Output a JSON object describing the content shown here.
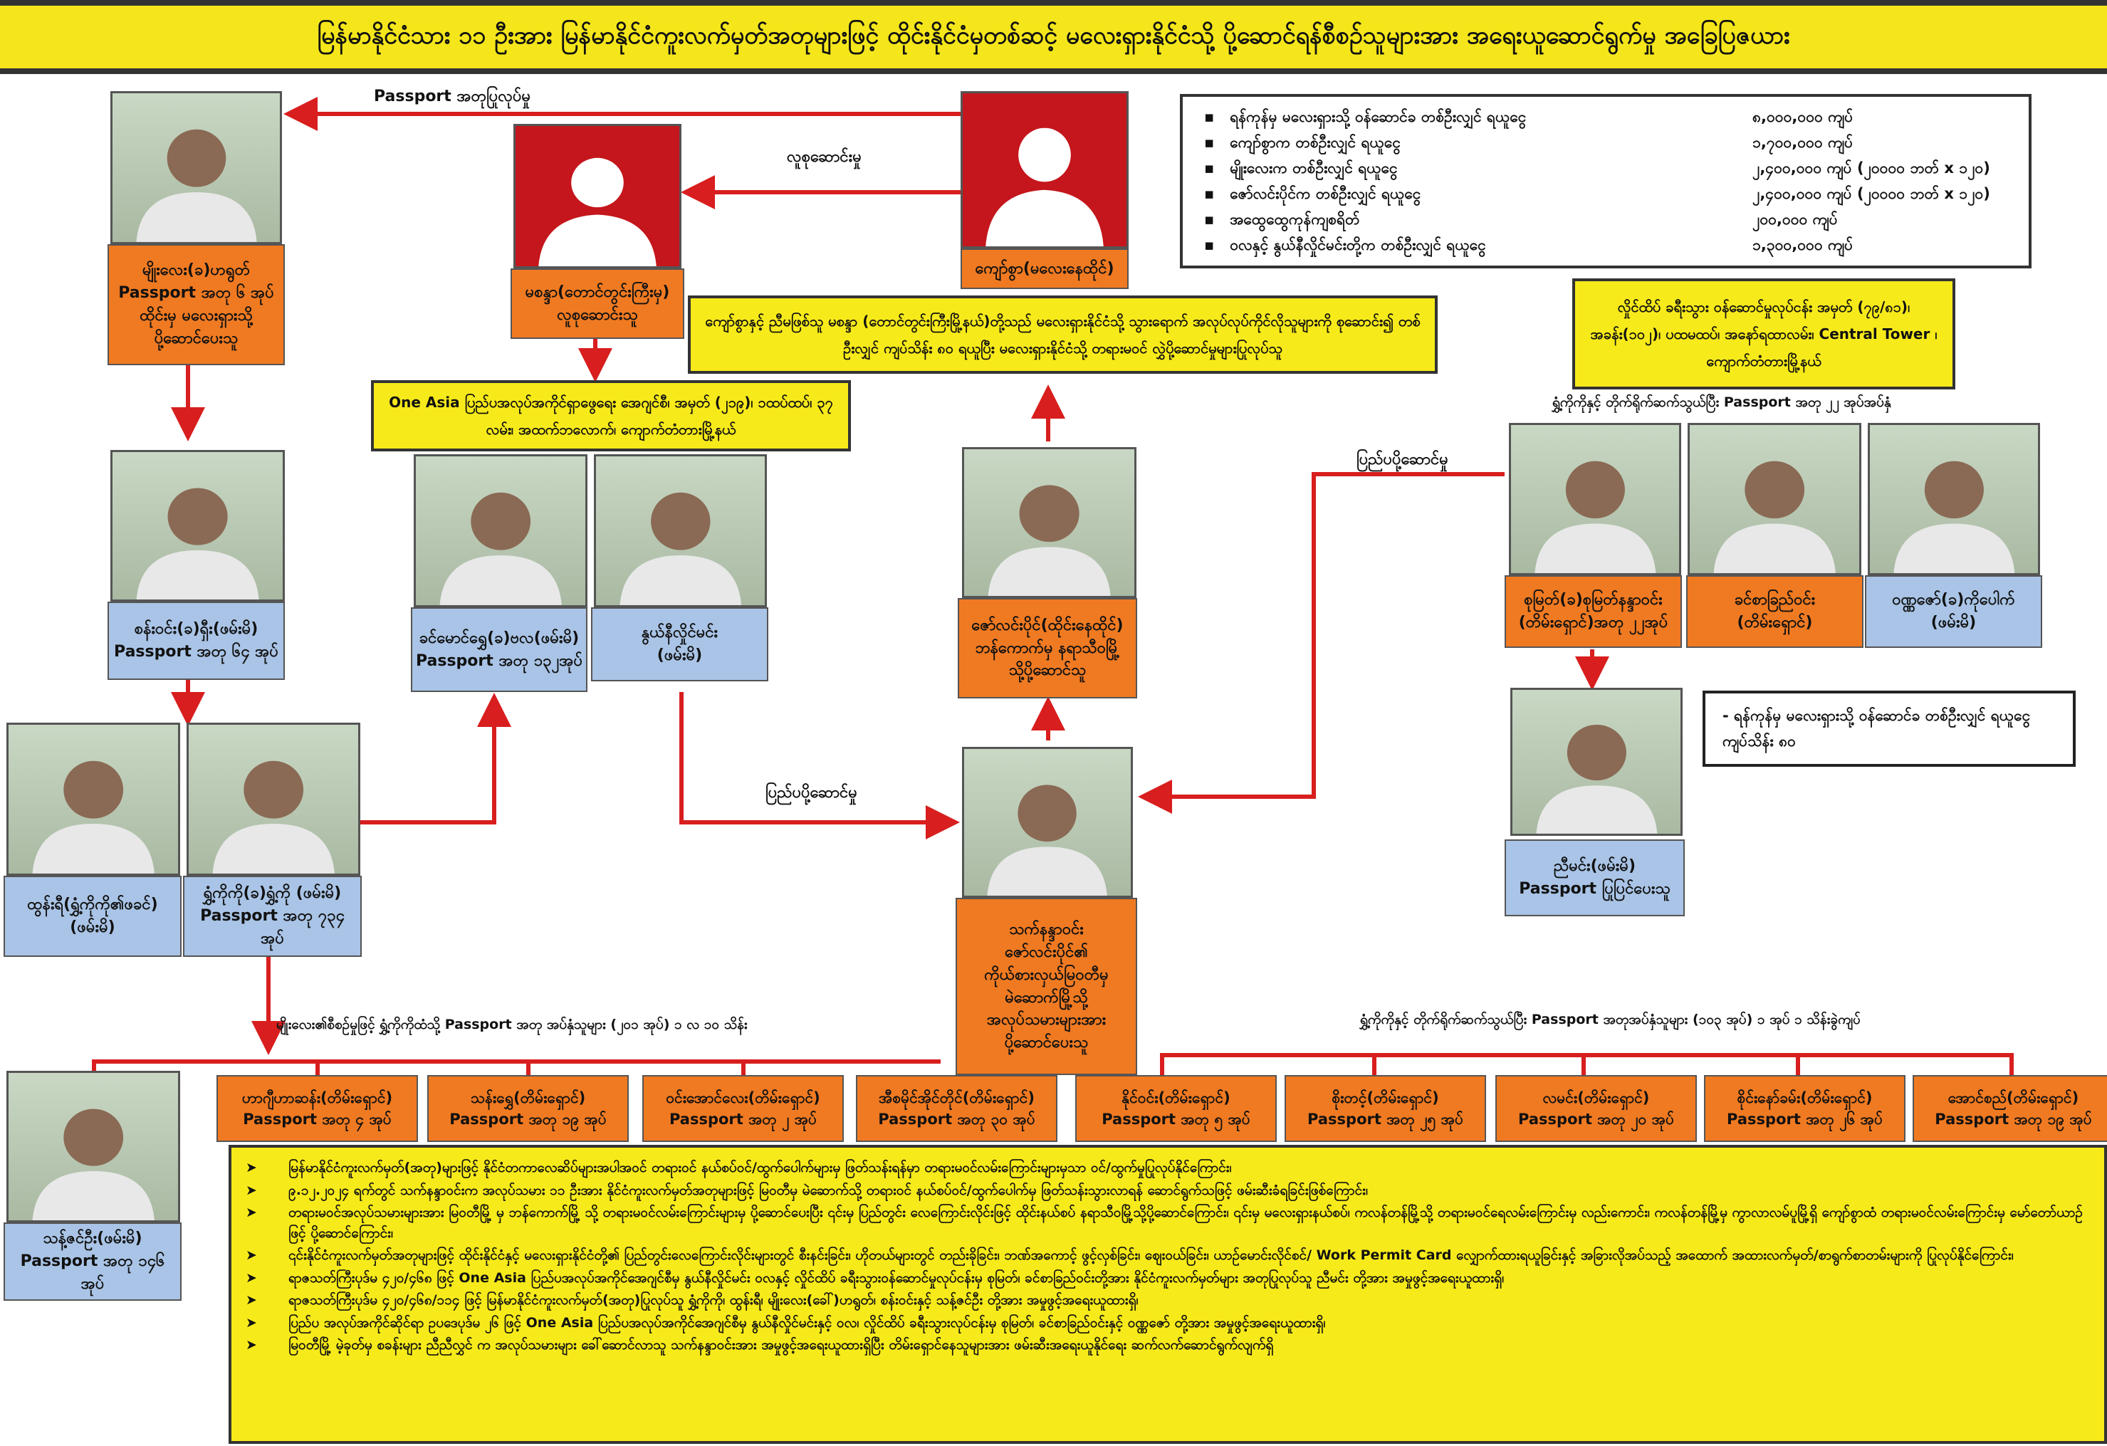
{
  "title": "မြန်မာနိုင်ငံသား ၁၁ ဦးအား မြန်မာနိုင်ငံကူးလက်မှတ်အတုများဖြင့် ထိုင်းနိုင်ငံမှတစ်ဆင့် မလေးရှားနိုင်ငံသို့ ပို့ဆောင်ရန်စီစဉ်သူများအား အရေးယူဆောင်ရွက်မှု အခြေပြဇယား",
  "captions": {
    "passport_making": "Passport အတုပြုလုပ်မှု",
    "recruiting": "လူစုဆောင်းမှု",
    "export1": "ပြည်ပပို့ဆောင်မှု",
    "export2": "ပြည်ပပို့ဆောင်မှု",
    "direct_contact_top": "ရွှံ့ကိုကိုနှင့် တိုက်ရိုက်ဆက်သွယ်ပြီး Passport အတု ၂၂ အုပ်အပ်နှံ",
    "left_group": "မျိုးလေး၏စီစဉ်မှုဖြင့် ရွှံ့ကိုကိုထံသို့ Passport အတု အပ်နှံသူများ (၂၀၁ အုပ်) ၁ လ ၁၀ သိန်း",
    "right_group": "ရွှံ့ကိုကိုနှင့် တိုက်ရိုက်ဆက်သွယ်ပြီး Passport အတုအပ်နှံသူများ (၁၀၃ အုပ်) ၁ အုပ် ၁ သိန်းခွဲကျပ်"
  },
  "info": [
    {
      "t": "ရန်ကုန်မှ မလေးရှားသို့ ဝန်ဆောင်ခ တစ်ဦးလျှင် ရယူငွေ",
      "v": "၈,၀၀၀,၀၀၀ ကျပ်"
    },
    {
      "t": "ကျော်စွာက တစ်ဦးလျှင် ရယူငွေ",
      "v": "၁,၇၀၀,၀၀၀ ကျပ်"
    },
    {
      "t": "မျိုးလေးက တစ်ဦးလျှင် ရယူငွေ",
      "v": "၂,၄၀၀,၀၀၀ ကျပ် (၂၀၀၀၀ ဘတ် x ၁၂၀)"
    },
    {
      "t": "ဇော်လင်းပိုင်က တစ်ဦးလျှင် ရယူငွေ",
      "v": "၂,၄၀၀,၀၀၀ ကျပ် (၂၀၀၀၀ ဘတ် x ၁၂၀)"
    },
    {
      "t": "အထွေထွေကုန်ကျစရိတ်",
      "v": "၂၀၀,၀၀၀ ကျပ်"
    },
    {
      "t": "ဝလနှင့် နွယ်နီလှိုင်မင်းတို့က တစ်ဦးလျှင် ရယူငွေ",
      "v": "၁,၃၀၀,၀၀၀ ကျပ်"
    }
  ],
  "boxes": {
    "kyaw_swa_msanda": "ကျော်စွာနှင့် ညီမဖြစ်သူ မစန္ဒာ (တောင်တွင်းကြီးမြို့နယ်)တို့သည် မလေးရှားနိုင်ငံသို့ သွားရောက် အလုပ်လုပ်ကိုင်လိုသူများကို စုဆောင်း၍ တစ်ဦးလျှင် ကျပ်သိန်း ၈၀ ရယူပြီး မလေးရှားနိုင်ငံသို့ တရားမဝင် လွှဲပို့ဆောင်မှုများပြုလုပ်သူ",
    "hlaing_htate": "လှိုင်ထိပ် ခရီးသွား ဝန်ဆောင်မှုလုပ်ငန်း အမှတ် (၇၉/၈၁)၊ အခန်း(၁၀၂)၊ ပထမထပ်၊ အနော်ရထာလမ်း၊ Central Tower ၊ ကျောက်တံတားမြို့နယ်",
    "one_asia": "One Asia ပြည်ပအလုပ်အကိုင်ရှာဖွေရေး အေဂျင်စီ၊ အမှတ် (၂၁၉)၊ ၁ထပ်ထပ်၊ ၃၇ လမ်း၊ အထက်ဘလောက်၊ ကျောက်တံတားမြို့နယ်",
    "note": "- ရန်ကုန်မှ မလေးရှားသို့ ဝန်ဆောင်ခ တစ်ဦးလျှင် ရယူငွေ ကျပ်သိန်း ၈၀"
  },
  "people": {
    "myo_lay": [
      "မျိုးလေး(ခ)ဟရွတ်",
      "Passport အတု ၆ အုပ်",
      "ထိုင်းမှ မလေးရှားသို့",
      "ပို့ဆောင်ပေးသူ"
    ],
    "msanda": [
      "မစန္ဒာ(တောင်တွင်းကြီးမှ)",
      "လူစုဆောင်းသူ"
    ],
    "kyaw_swa": [
      "ကျော်စွာ(မလေးနေထိုင်)"
    ],
    "san_win": [
      "စန်းဝင်း(ခ)ရှီး(ဖမ်းမိ)",
      "Passport အတု ၆၄ အုပ်"
    ],
    "khin_maung_shwe": [
      "ခင်မောင်ရွှေ(ခ)ဗလ(ဖမ်းမိ)",
      "Passport အတု ၁၃၂အုပ်"
    ],
    "nwe_ni": [
      "နွယ်နီလှိုင်မင်း",
      "(ဖမ်းမိ)"
    ],
    "zaw_lin_paing": [
      "ဇော်လင်းပိုင်(ထိုင်းနေထိုင်)",
      "ဘန်ကောက်မှ နရာသီဝမြို့",
      "သို့ပို့ဆောင်သူ"
    ],
    "su_myat": [
      "စုမြတ်(ခ)စုမြတ်နန္ဒာဝင်း",
      "(တိမ်းရှောင်)အတု ၂၂အုပ်"
    ],
    "khin_sa": [
      "ခင်စာခြည်ဝင်း",
      "(တိမ်းရှောင်)"
    ],
    "wunna_zaw": [
      "ဝဏ္ဏဇော်(ခ)ကိုပေါက်",
      "(ဖမ်းမိ)"
    ],
    "tun_yi": [
      "ထွန်းရီ(ရွှံ့ကိုကို၏ဖခင်)",
      "(ဖမ်းမိ)"
    ],
    "shon_ko_ko": [
      "ရွှံ့ကိုကို(ခ)ရွှံ့ကို (ဖမ်းမိ)",
      "Passport အတု ၇၃၄ အုပ်"
    ],
    "thet_nanda": [
      "သက်နန္ဒာဝင်း",
      "ဇော်လင်းပိုင်၏",
      "ကိုယ်စားလှယ်မြဝတီမှ",
      "မဲဆောက်မြို့သို့",
      "အလုပ်သမားများအား",
      "ပို့ဆောင်ပေးသူ"
    ],
    "nyi_min": [
      "ညီမင်း(ဖမ်းမိ)",
      "Passport ပြုပြင်ပေးသူ"
    ],
    "thant_zin": [
      "သန့်ဇင်ဦး(ဖမ်းမိ)",
      "Passport အတု ၁၄၆ အုပ်"
    ]
  },
  "bottom_row": [
    [
      "ဟာဂျီဟာဆန်း(တိမ်းရှောင်)",
      "Passport အတု ၄ အုပ်"
    ],
    [
      "သန်းရွှေ(တိမ်းရှောင်)",
      "Passport အတု ၁၉ အုပ်"
    ],
    [
      "ဝင်းအောင်လေး(တိမ်းရှောင်)",
      "Passport အတု ၂ အုပ်"
    ],
    [
      "အီစမိုင်အိုင်တိုင်(တိမ်းရှောင်)",
      "Passport အတု ၃၀ အုပ်"
    ],
    [
      "နိုင်ဝင်း(တိမ်းရှောင်)",
      "Passport အတု ၅ အုပ်"
    ],
    [
      "စိုးတင့်(တိမ်းရှောင်)",
      "Passport အတု ၂၅ အုပ်"
    ],
    [
      "လမင်း(တိမ်းရှောင်)",
      "Passport အတု ၂၀ အုပ်"
    ],
    [
      "စိုင်းနော်ခမ်း(တိမ်းရှောင်)",
      "Passport အတု ၂၆ အုပ်"
    ],
    [
      "အောင်စည်(တိမ်းရှောင်)",
      "Passport အတု ၁၉ အုပ်"
    ]
  ],
  "bullets": [
    "မြန်မာနိုင်ငံကူးလက်မှတ်(အတု)များဖြင့် နိုင်ငံတကာလေဆိပ်များအပါအဝင် တရားဝင် နယ်စပ်ဝင်/ထွက်ပေါက်များမှ ဖြတ်သန်းရန်မှာ တရားမဝင်လမ်းကြောင်းများမှသာ ဝင်/ထွက်မှုပြုလုပ်နိုင်ကြောင်း၊",
    "၉.၁၂.၂၀၂၄ ရက်တွင် သက်နန္ဒာဝင်းက အလုပ်သမား ၁၁ ဦးအား နိုင်ငံကူးလက်မှတ်အတုများဖြင့် မြဝတီမှ မဲဆောက်သို့ တရားဝင် နယ်စပ်ဝင်/ထွက်ပေါက်မှ ဖြတ်သန်းသွားလာရန် ဆောင်ရွက်သဖြင့် ဖမ်းဆီးခံရခြင်းဖြစ်ကြောင်း၊",
    "တရားမဝင်အလုပ်သမားများအား မြဝတီမြို့ မှ ဘန်ကောက်မြို့ သို့ တရားမဝင်လမ်းကြောင်းများမှ ပို့ဆောင်ပေးပြီး ၎င်းမှ ပြည်တွင်း လေကြောင်းလိုင်းဖြင့် ထိုင်းနယ်စပ် နရာသီဝမြို့သို့ပို့ဆောင်ကြောင်း၊ ၎င်းမှ မလေးရှားနယ်စပ်၊ ကလန်တန်မြို့သို့ တရားမဝင်ရေလမ်းကြောင်းမှ လည်းကောင်း၊ ကလန်တန်မြို့မှ ကွာလာလမ်ပူမြို့ရှိ ကျော်စွာထံ တရားမဝင်လမ်းကြောင်းမှ မော်တော်ယာဉ်ဖြင့် ပို့ဆောင်ကြောင်း၊",
    "၎င်းနိုင်ငံကူးလက်မှတ်အတုများဖြင့် ထိုင်းနိုင်ငံနှင့် မလေးရှားနိုင်ငံတို့၏ ပြည်တွင်းလေကြောင်းလိုင်းများတွင် စီးနင်းခြင်း၊ ဟိုတယ်များတွင် တည်းခိုခြင်း၊ ဘဏ်အကောင့် ဖွင့်လှစ်ခြင်း၊ ဈေးဝယ်ခြင်း၊ ယာဉ်မောင်းလိုင်စင်/ Work Permit Card လျှောက်ထားရယူခြင်းနှင့် အခြားလိုအပ်သည့် အထောက် အထားလက်မှတ်/စာရွက်စာတမ်းများကို ပြုလုပ်နိုင်ကြောင်း၊",
    "ရာဇသတ်ကြီးပုဒ်မ ၄၂၀/၄၆၈ ဖြင့် One Asia ပြည်ပအလုပ်အကိုင်အေဂျင်စီမှ နွယ်နီလှိုင်မင်း ဝလနှင့် လှိုင်ထိပ် ခရီးသွားဝန်ဆောင်မှုလုပ်ငန်းမှ စုမြတ်၊ ခင်စာခြည်ဝင်းတို့အား နိုင်ငံကူးလက်မှတ်များ အတုပြုလုပ်သူ ညီမင်း တို့အား အမှုဖွင့်အရေးယူထားရှိ၊",
    "ရာဇသတ်ကြီးပုဒ်မ ၄၂၀/၄၆၈/၁၁၄ ဖြင့် မြန်မာနိုင်ငံကူးလက်မှတ်(အတု)ပြုလုပ်သူ ရွှံ့ကိုကို၊ ထွန်းရီ၊ မျိုးလေး(ခေါ်)ဟရွတ်၊ စန်းဝင်းနှင့် သန့်ဇင်ဦး တို့အား အမှုဖွင့်အရေးယူထားရှိ၊",
    "ပြည်ပ အလုပ်အကိုင်ဆိုင်ရာ ဥပဒေပုဒ်မ ၂၆ ဖြင့် One Asia ပြည်ပအလုပ်အကိုင်အေဂျင်စီမှ နွယ်နီလှိုင်မင်းနှင့် ဝလ၊ လှိုင်ထိပ် ခရီးသွားလုပ်ငန်းမှ စုမြတ်၊ ခင်စာခြည်ဝင်းနှင့် ဝဏ္ဏဇော် တို့အား အမှုဖွင့်အရေးယူထားရှိ၊",
    "မြဝတီမြို့ မဲ့ခုတ်မှ စခန်းများ ညီညီလွှင် က အလုပ်သမားများ ခေါ်ဆောင်လာသူ သက်နန္ဒာဝင်းအား အမှုဖွင့်အရေးယူထားရှိပြီး တိမ်းရှောင်နေသူများအား ဖမ်းဆီးအရေးယူနိုင်ရေး ဆက်လက်ဆောင်ရွက်လျက်ရှိ"
  ],
  "colors": {
    "orange": "#f07a22",
    "yellow": "#f7ea1a",
    "blue": "#a9c4e6",
    "red": "#d81e1e"
  }
}
